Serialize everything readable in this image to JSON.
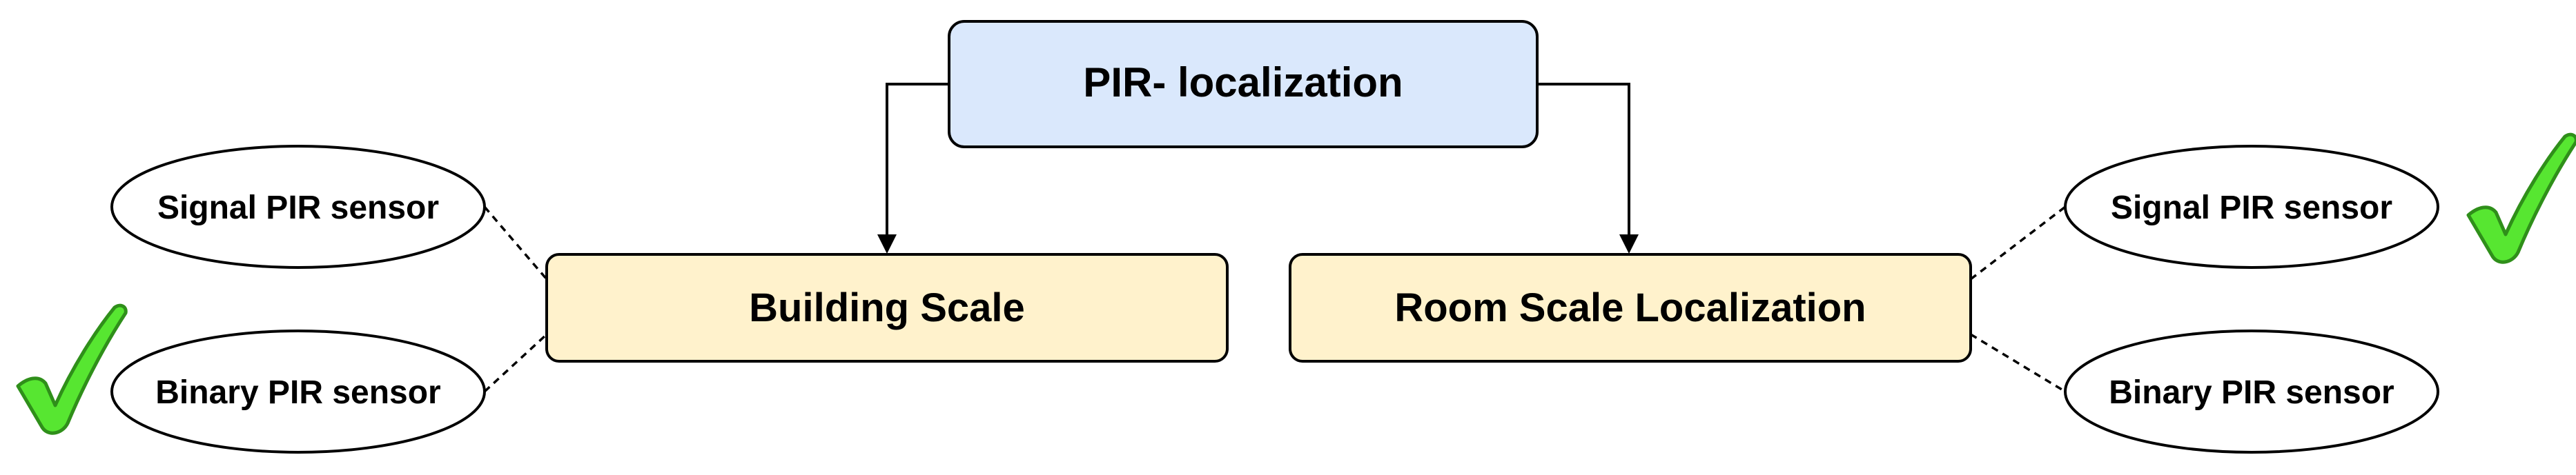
{
  "diagram": {
    "root": {
      "label": "PIR- localization",
      "fill": "#dae8fc"
    },
    "branches": {
      "building": {
        "label": "Building Scale",
        "fill": "#fff2cc",
        "sensors": {
          "signal": "Signal PIR sensor",
          "binary": "Binary PIR sensor"
        },
        "checked_sensor": "Binary PIR sensor"
      },
      "room": {
        "label": "Room Scale Localization",
        "fill": "#fff2cc",
        "sensors": {
          "signal": "Signal PIR sensor",
          "binary": "Binary PIR sensor"
        },
        "checked_sensor": "Signal PIR sensor"
      }
    },
    "colors": {
      "stroke": "#000000",
      "checkmark_fill": "#57e631",
      "checkmark_stroke": "#2f8f1a"
    },
    "icons": [
      "checkmark-icon"
    ]
  }
}
